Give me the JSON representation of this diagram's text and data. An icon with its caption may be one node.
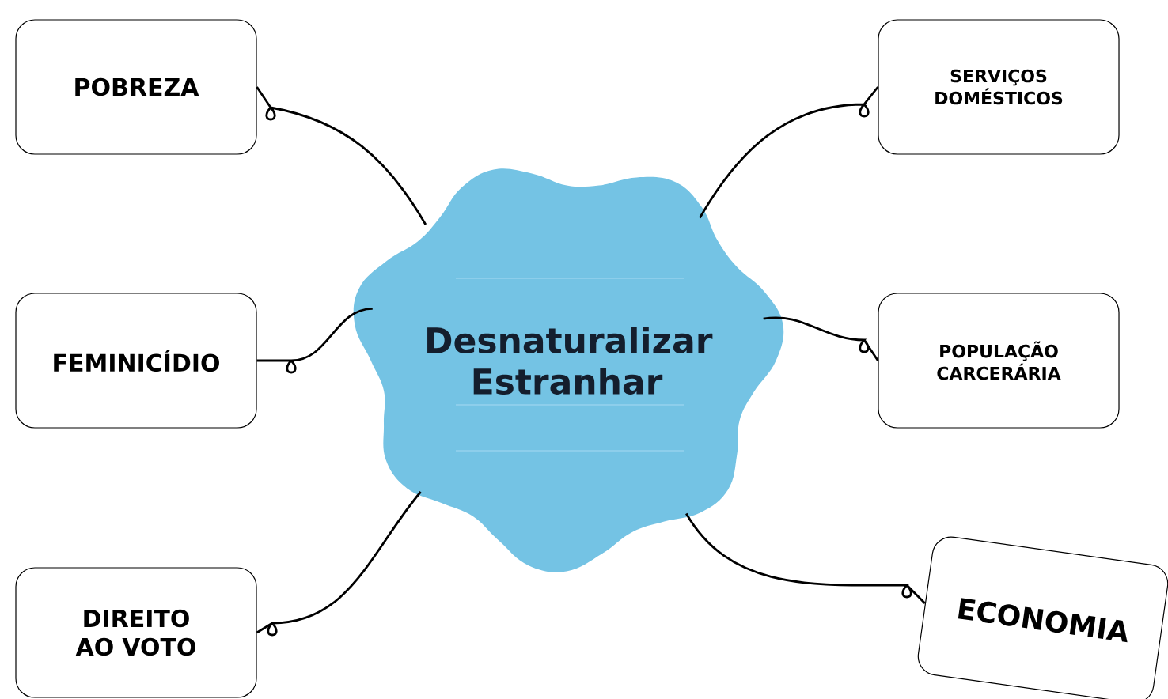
{
  "diagram": {
    "nodes": [
      {
        "text": [
          "Desnaturalizar Estranhar"
        ]
      },
      {
        "text": [
          "POBREZA"
        ]
      },
      {
        "text": [
          "FEMINICÍDIO"
        ]
      },
      {
        "text": [
          "DIREITO AO VOTO"
        ]
      },
      {
        "text": [
          "SERVIÇOS DOMÉSTICOS"
        ]
      },
      {
        "text": [
          "POPULAÇÃO CARCERÁRIA"
        ]
      },
      {
        "text": [
          "ECONOMIA"
        ]
      }
    ],
    "edges": [
      {
        "from": 0,
        "to": 1,
        "arrow": "none"
      },
      {
        "from": 0,
        "to": 2,
        "arrow": "none"
      },
      {
        "from": 0,
        "to": 3,
        "arrow": "none"
      },
      {
        "from": 0,
        "to": 4,
        "arrow": "none"
      },
      {
        "from": 0,
        "to": 5,
        "arrow": "none"
      },
      {
        "from": 0,
        "to": 6,
        "arrow": "none"
      }
    ]
  }
}
